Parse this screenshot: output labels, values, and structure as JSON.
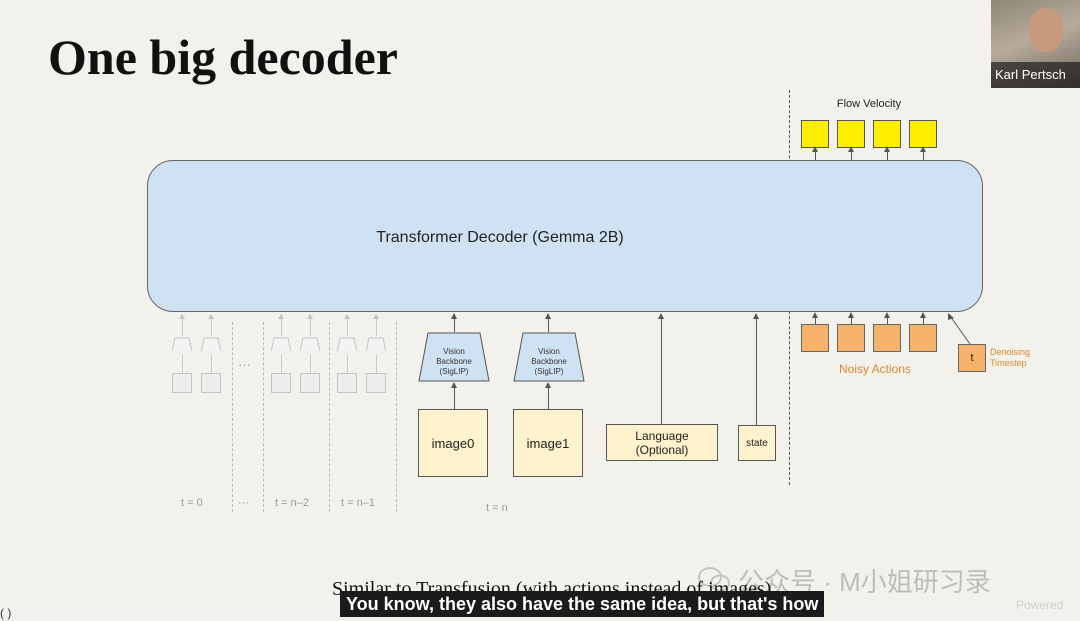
{
  "slide": {
    "title": "One big decoder",
    "bottom_text": "Similar to Transfusion (with actions instead of images)",
    "corner_text": "( )"
  },
  "diagram": {
    "decoder_label": "Transformer Decoder (Gemma 2B)",
    "flow_velocity_label": "Flow Velocity",
    "noisy_actions_label": "Noisy Actions",
    "t_label": "t",
    "denoising_timestep_line1": "Denoising",
    "denoising_timestep_line2": "Timestep",
    "vision_backbone_line1": "Vision",
    "vision_backbone_line2": "Backbone",
    "vision_backbone_line3": "(SigLIP)",
    "image0_label": "image0",
    "image1_label": "image1",
    "language_line1": "Language",
    "language_line2": "(Optional)",
    "state_label": "state",
    "ellipsis": "···",
    "timesteps": {
      "t0": "t = 0",
      "t_dots": "···",
      "t_n2": "t = n–2",
      "t_n1": "t = n–1",
      "t_n": "t = n"
    },
    "colors": {
      "decoder_fill": "#cfe2f3",
      "output_token": "#ffee00",
      "action_token": "#f6b26b",
      "image_fill": "#fff2cc",
      "label_orange": "#d98a2f"
    }
  },
  "video": {
    "speaker_name": "Karl Pertsch",
    "subtitle": "You know, they also have the same idea, but that's how",
    "watermark": "公众号 · M小姐研习录",
    "powered_text": "Powered"
  }
}
